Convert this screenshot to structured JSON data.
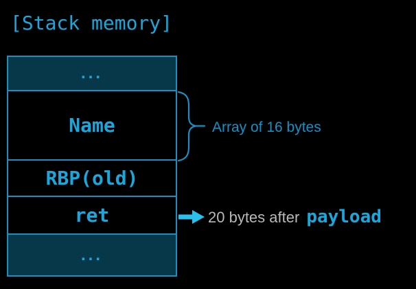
{
  "title": "[Stack memory]",
  "stack": {
    "cells": [
      {
        "label": "...",
        "filled": true
      },
      {
        "label": "Name",
        "filled": false
      },
      {
        "label": "RBP(old)",
        "filled": false
      },
      {
        "label": "ret",
        "filled": false
      },
      {
        "label": "...",
        "filled": true
      }
    ]
  },
  "annotations": {
    "array_label": "Array of 16 bytes",
    "ret_note_text": "20 bytes after",
    "ret_note_code": "payload"
  },
  "colors": {
    "background": "#000000",
    "accent_cyan": "#1ca7dc",
    "label_cyan": "#1093c8",
    "box_border": "#1b8fc0",
    "box_fill": "#073849",
    "gray_text": "#b9b9b9",
    "arrow_cyan": "#2bc0ec"
  }
}
